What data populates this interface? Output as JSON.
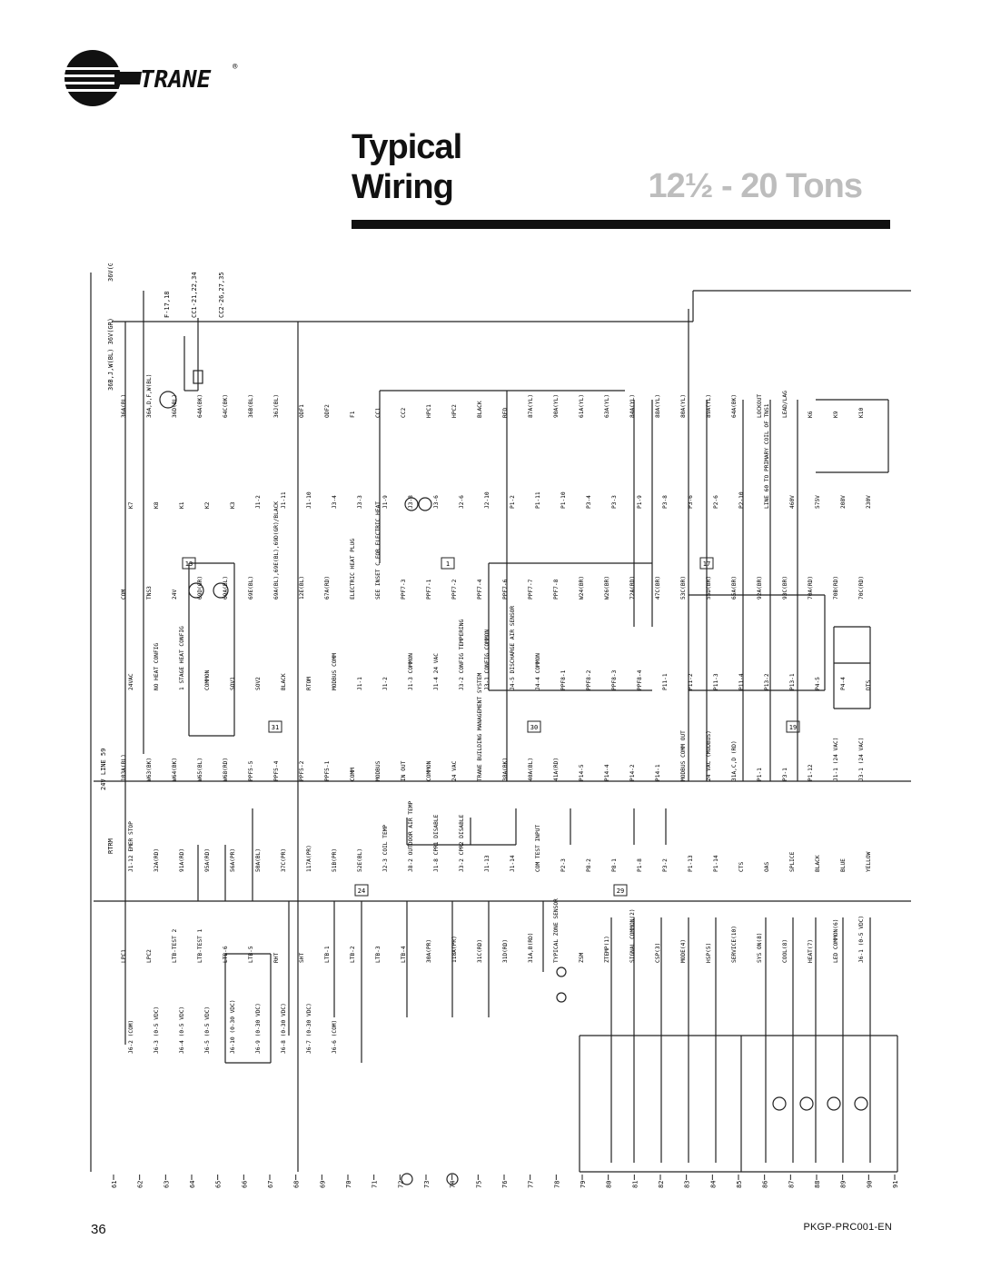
{
  "header": {
    "brand": "TRANE",
    "registered_mark": "®",
    "title_line1": "Typical",
    "title_line2": "Wiring",
    "title_range": "12½ - 20 Tons"
  },
  "diagram": {
    "line_numbers": [
      "61",
      "62",
      "63",
      "64",
      "65",
      "66",
      "67",
      "68",
      "69",
      "70",
      "71",
      "72",
      "73",
      "74",
      "75",
      "76",
      "77",
      "78",
      "79",
      "80",
      "81",
      "82",
      "83",
      "84",
      "85",
      "86",
      "87",
      "88",
      "89",
      "90",
      "91"
    ],
    "power": {
      "supply": "24V LINE 59",
      "rtrm": "RTRM",
      "wire_top_1": "36V(GR)",
      "wire_top_2": "36B,J,W(BL) 36V(GR)",
      "fuse_ref": "F-17,18",
      "cc1_ref": "CC1-21,22,34",
      "cc2_ref": "CC2-26,27,35"
    },
    "labels": [
      "36A(BL)",
      "36A,D,F,W(BL)",
      "36D(BL)",
      "64A(BK)",
      "64C(BK)",
      "36B(BL)",
      "36J(BL)",
      "ODF1",
      "ODF2",
      "F1",
      "CC1",
      "CC2",
      "HPC1",
      "HPC2",
      "BLACK",
      "RED",
      "87A(YL)",
      "90A(YL)",
      "61A(YL)",
      "63A(YL)",
      "84A(YL)",
      "88A(YL)",
      "80A(YL)",
      "89A(YL)",
      "64A(BK)",
      "LOCKOUT",
      "LEAD/LAG",
      "K6",
      "K9",
      "K10",
      "K7",
      "K8",
      "K1",
      "K2",
      "K3",
      "J1-2",
      "J1-11",
      "J1-10",
      "J3-4",
      "J3-3",
      "J1-9",
      "J3-8",
      "J3-6",
      "J2-6",
      "J2-10",
      "P1-2",
      "P1-11",
      "P1-10",
      "P3-4",
      "P3-3",
      "P1-9",
      "P3-8",
      "P3-6",
      "P2-6",
      "P2-10",
      "LINE 60 TO PRIMARY COIL OF TNS1",
      "460V",
      "575V",
      "208V",
      "230V",
      "COM",
      "TNS3",
      "24V",
      "69D(GR)",
      "69A(BL)",
      "69E(BL)",
      "69A(BL),69E(BL),69D(GR)/BLACK",
      "12E(BL)",
      "67A(RD)",
      "ELECTRIC HEAT PLUG",
      "SEE INSET C FOR ELECTRIC HEAT",
      "PPF7-3",
      "PPF7-1",
      "PPF7-2",
      "PPF7-4",
      "PPF7-6",
      "PPF7-7",
      "PPF7-8",
      "W24(BR)",
      "W26(BR)",
      "72A(RD)",
      "47C(BR)",
      "53C(BR)",
      "55D(BR)",
      "65A(BR)",
      "92A(BR)",
      "93C(BR)",
      "70A(RD)",
      "70B(RD)",
      "70C(RD)",
      "24VAC",
      "NO HEAT CONFIG",
      "1 STAGE HEAT CONFIG",
      "COMMON",
      "SOV1",
      "SOV2",
      "BLACK",
      "RTOM",
      "MODBUS COMM",
      "J1-1",
      "J1-2",
      "J1-3 COMMON",
      "J1-4 24 VAC",
      "J3-2 CONFIG TEMPERING",
      "J3-1 CONFIG COMMON",
      "J4-5 DISCHARGE AIR SENSOR",
      "J4-4 COMMON",
      "PPF8-1",
      "PPF8-2",
      "PPF8-3",
      "PPF8-4",
      "P11-1",
      "P11-2",
      "P11-3",
      "P11-4",
      "P13-2",
      "P13-1",
      "P4-5",
      "P4-4",
      "DTS",
      "103A(BL)",
      "W63(BK)",
      "W64(BK)",
      "W65(BL)",
      "W68(RD)",
      "PPF5-5",
      "PPF5-4",
      "PPF5-2",
      "PPF5-1",
      "COMM",
      "MODBUS",
      "IN OUT",
      "COMMON",
      "24 VAC",
      "TRANE BUILDING MANAGEMENT SYSTEM",
      "38A(BK)",
      "40A(BL)",
      "41A(RD)",
      "P14-5",
      "P14-4",
      "P14-2",
      "P14-1",
      "MODBUS COMM OUT",
      "24 VAC (MODBUS)",
      "31A,C,D (RD)",
      "P1-1",
      "P3-1",
      "P1-12",
      "J1-1 (24 VAC)",
      "J3-1 (24 VAC)",
      "J1-12 EMER STOP",
      "32A(RD)",
      "91A(RD)",
      "95A(RD)",
      "56A(PR)",
      "50A(BL)",
      "37C(PR)",
      "117A(PR)",
      "51B(PR)",
      "52E(BL)",
      "J2-3 COIL TEMP",
      "J8-2 OUTDOOR AIR TEMP",
      "J1-8 CPR1 DISABLE",
      "J3-2 CPR2 DISABLE",
      "J1-13",
      "J1-14",
      "COM TEST INPUT",
      "P2-3",
      "P8-2",
      "P8-1",
      "P1-8",
      "P3-2",
      "P1-13",
      "P1-14",
      "CTS",
      "OAS",
      "SPLICE",
      "BLACK",
      "BLUE",
      "YELLOW",
      "LPC1",
      "LPC2",
      "LTB-TEST 2",
      "LTB-TEST 1",
      "LTB-6",
      "LTB-5",
      "RHT",
      "SHT",
      "LTB-1",
      "LTB-2",
      "LTB-3",
      "LTB-4",
      "30A(PR)",
      "118A(PR)",
      "31C(RD)",
      "31D(RD)",
      "31A,B(RD)",
      "TYPICAL ZONE SENSOR",
      "ZSM",
      "ZTEMP(1)",
      "SIGNAL COMMON(2)",
      "CSP(3)",
      "MODE(4)",
      "HSP(5)",
      "SERVICE(10)",
      "SYS ON(8)",
      "COOL(8)",
      "HEAT(7)",
      "LED COMMON(6)",
      "J6-1 (0-5 VDC)",
      "J6-2 (COM)",
      "J6-3 (0-5 VDC)",
      "J6-4 (0-5 VDC)",
      "J6-5 (0-5 VDC)",
      "J6-10 (0-30 VDC)",
      "J6-9 (0-30 VDC)",
      "J6-8 (0-30 VDC)",
      "J6-7 (0-30 VDC)",
      "J6-6 (COM)"
    ],
    "callouts": [
      "13",
      "31",
      "24",
      "1",
      "30",
      "29",
      "17",
      "19"
    ]
  },
  "footer": {
    "page_number": "36",
    "doc_id": "PKGP-PRC001-EN"
  }
}
